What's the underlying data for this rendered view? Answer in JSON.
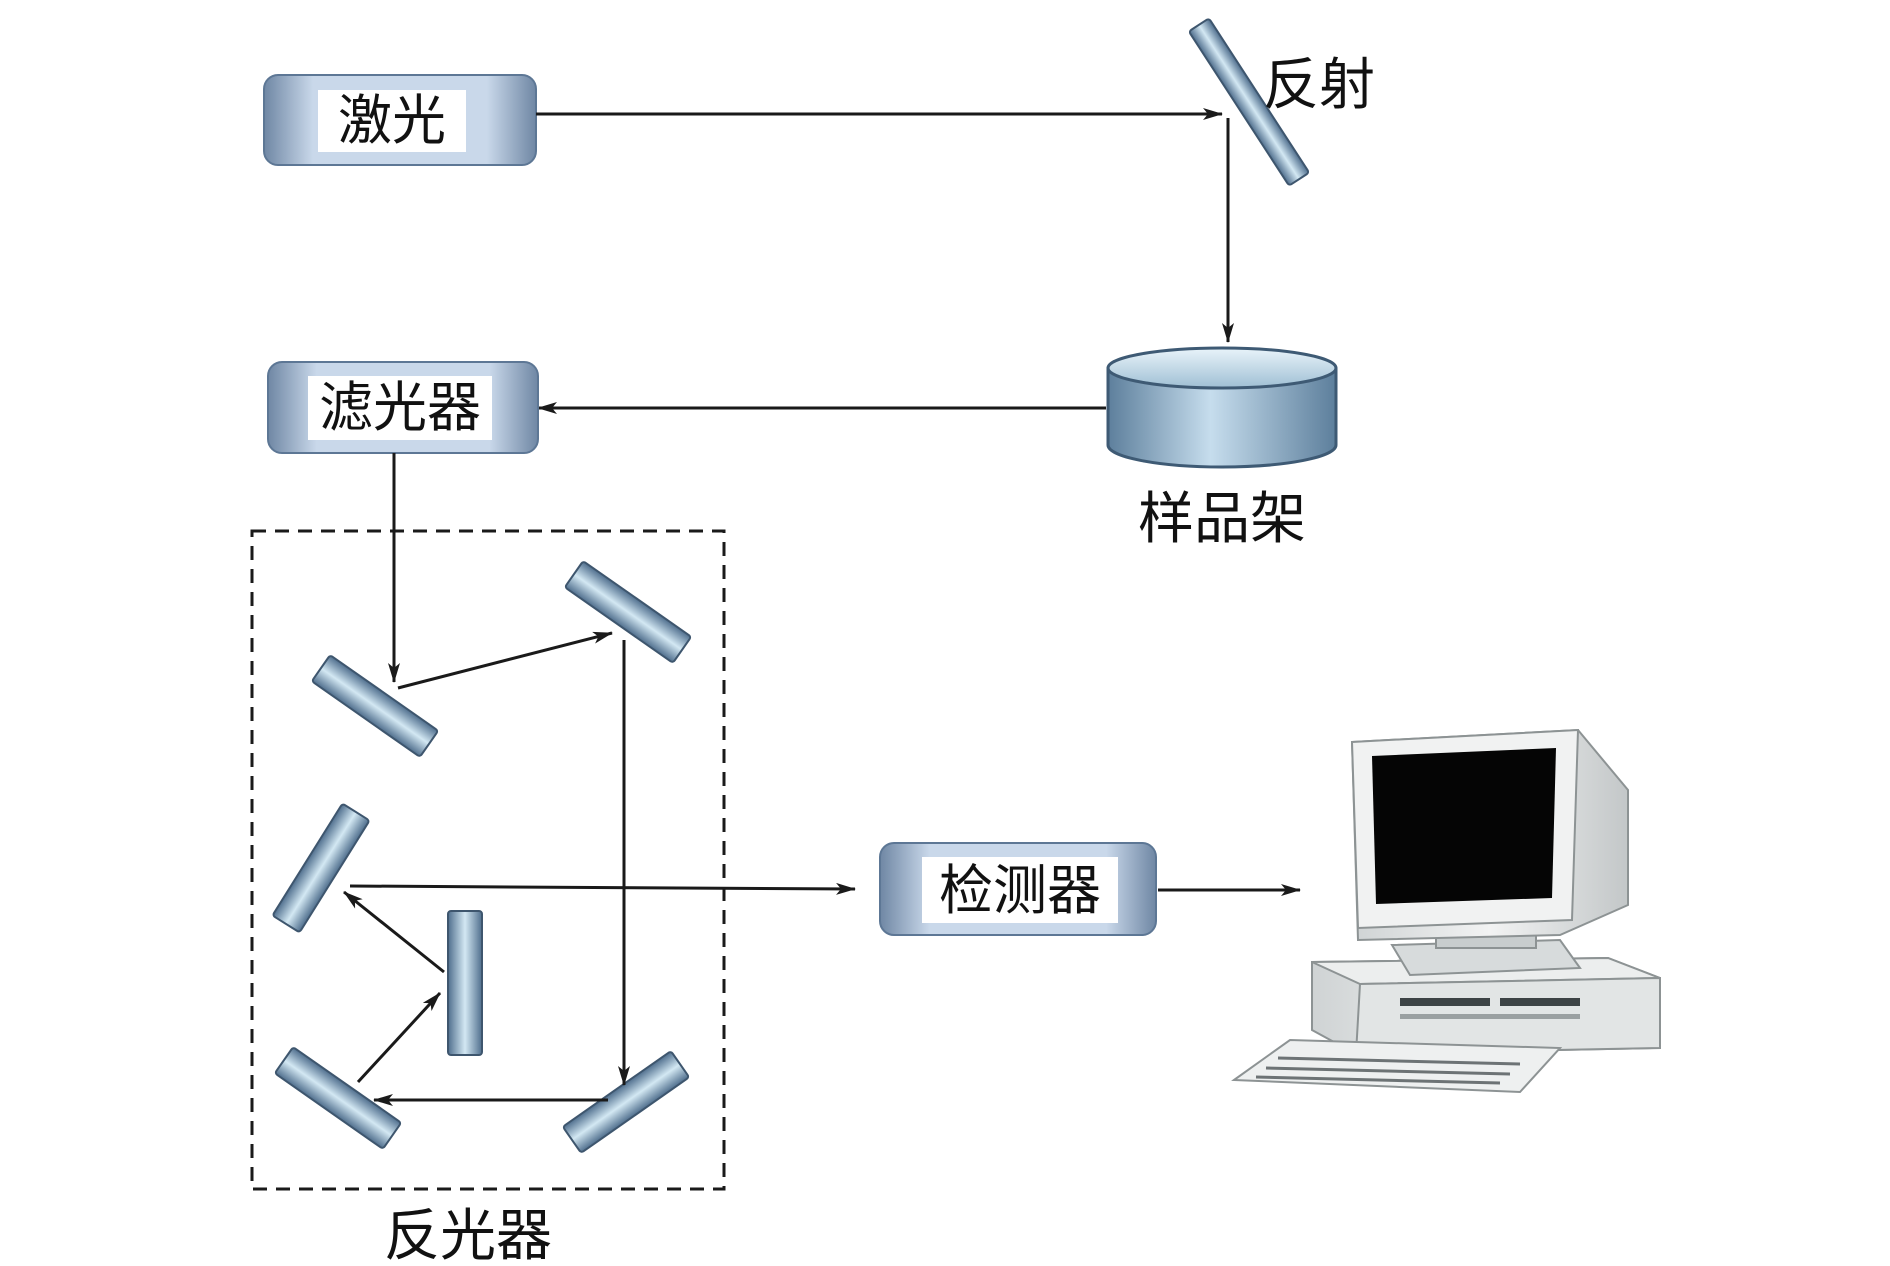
{
  "components": {
    "laser": "激光",
    "reflector": "反射",
    "sample_holder": "样品架",
    "filter": "滤光器",
    "reflector_group": "反光器",
    "detector": "检测器"
  },
  "icons": {
    "computer": "computer-icon"
  },
  "colors": {
    "box_fill_light": "#c9d8ea",
    "box_fill_dark": "#6f87a4",
    "mirror_light": "#d3e8f3",
    "mirror_dark": "#4f6e8d",
    "beam": "#1a1a1a"
  }
}
